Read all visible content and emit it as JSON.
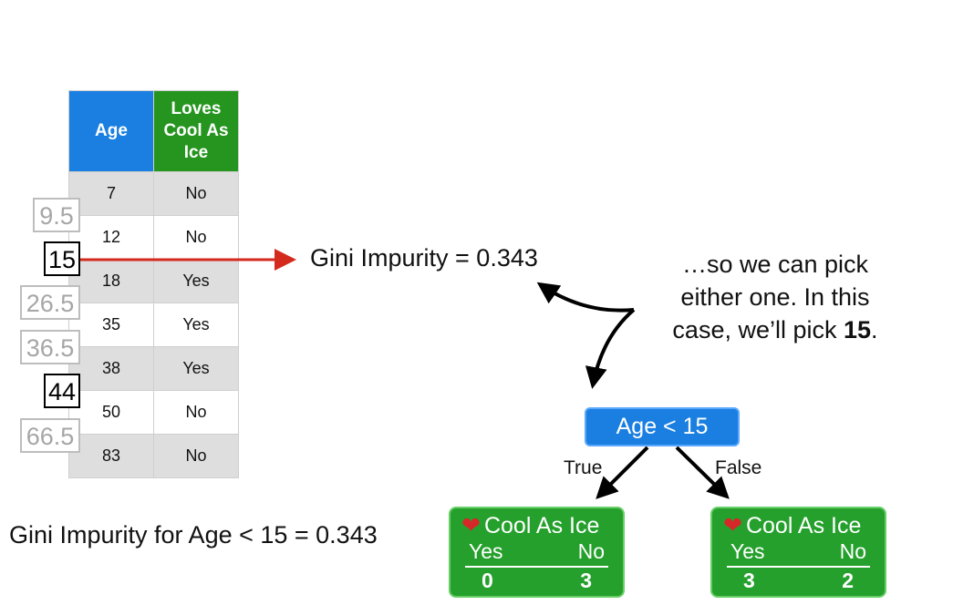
{
  "table": {
    "headers": {
      "age": "Age",
      "loves": "Loves Cool As Ice"
    },
    "rows": [
      {
        "age": "7",
        "loves": "No"
      },
      {
        "age": "12",
        "loves": "No"
      },
      {
        "age": "18",
        "loves": "Yes"
      },
      {
        "age": "35",
        "loves": "Yes"
      },
      {
        "age": "38",
        "loves": "Yes"
      },
      {
        "age": "50",
        "loves": "No"
      },
      {
        "age": "83",
        "loves": "No"
      }
    ]
  },
  "thresholds": [
    "9.5",
    "15",
    "26.5",
    "36.5",
    "44",
    "66.5"
  ],
  "gini_main": "Gini Impurity = 0.343",
  "callout": {
    "line1": "…so we can pick",
    "line2": "either one. In this",
    "line3_prefix": "case, we’ll pick ",
    "line3_bold": "15",
    "line3_suffix": "."
  },
  "tree": {
    "root": "Age < 15",
    "true_label": "True",
    "false_label": "False",
    "left_leaf": {
      "heart": "❤",
      "title": "Cool As Ice",
      "yes_label": "Yes",
      "no_label": "No",
      "yes": "0",
      "no": "3"
    },
    "right_leaf": {
      "heart": "❤",
      "title": "Cool As Ice",
      "yes_label": "Yes",
      "no_label": "No",
      "yes": "3",
      "no": "2"
    }
  },
  "gini_bottom": "Gini Impurity for Age < 15 = 0.343",
  "colors": {
    "blue": "#1a7fe0",
    "green": "#25951f",
    "red_arrow": "#d42a1e"
  }
}
